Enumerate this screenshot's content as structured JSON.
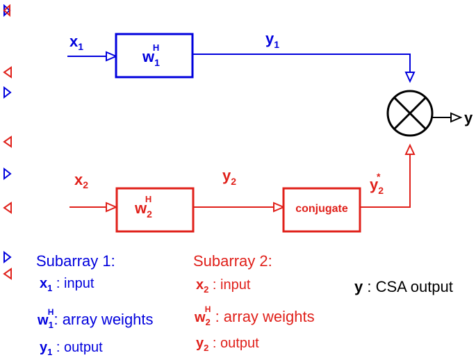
{
  "colors": {
    "blue": "#0000dd",
    "red": "#e0201a",
    "black": "#000000"
  },
  "path1": {
    "input_var": "x",
    "input_sub": "1",
    "weight_var": "w",
    "weight_sub": "1",
    "weight_sup": "H",
    "output_var": "y",
    "output_sub": "1"
  },
  "path2": {
    "input_var": "x",
    "input_sub": "2",
    "weight_var": "w",
    "weight_sub": "2",
    "weight_sup": "H",
    "output_var": "y",
    "output_sub": "2",
    "conjugate_label": "conjugate",
    "conj_var": "y",
    "conj_sub": "2",
    "conj_sup": "*"
  },
  "output": {
    "var": "y"
  },
  "legend1": {
    "title": "Subarray 1:",
    "x_var": "x",
    "x_sub": "1",
    "x_desc": " : input",
    "w_var": "w",
    "w_sub": "1",
    "w_sup": "H",
    "w_desc": ": array weights",
    "y_var": "y",
    "y_sub": "1",
    "y_desc": " : output"
  },
  "legend2": {
    "title": "Subarray 2:",
    "x_var": "x",
    "x_sub": "2",
    "x_desc": "  : input",
    "w_var": "w",
    "w_sub": "2",
    "w_sup": "H",
    "w_desc": " : array weights",
    "y_var": "y",
    "y_sub": "2",
    "y_desc": " : output"
  },
  "legend3": {
    "y_var": "y",
    "y_desc": " : CSA output"
  }
}
